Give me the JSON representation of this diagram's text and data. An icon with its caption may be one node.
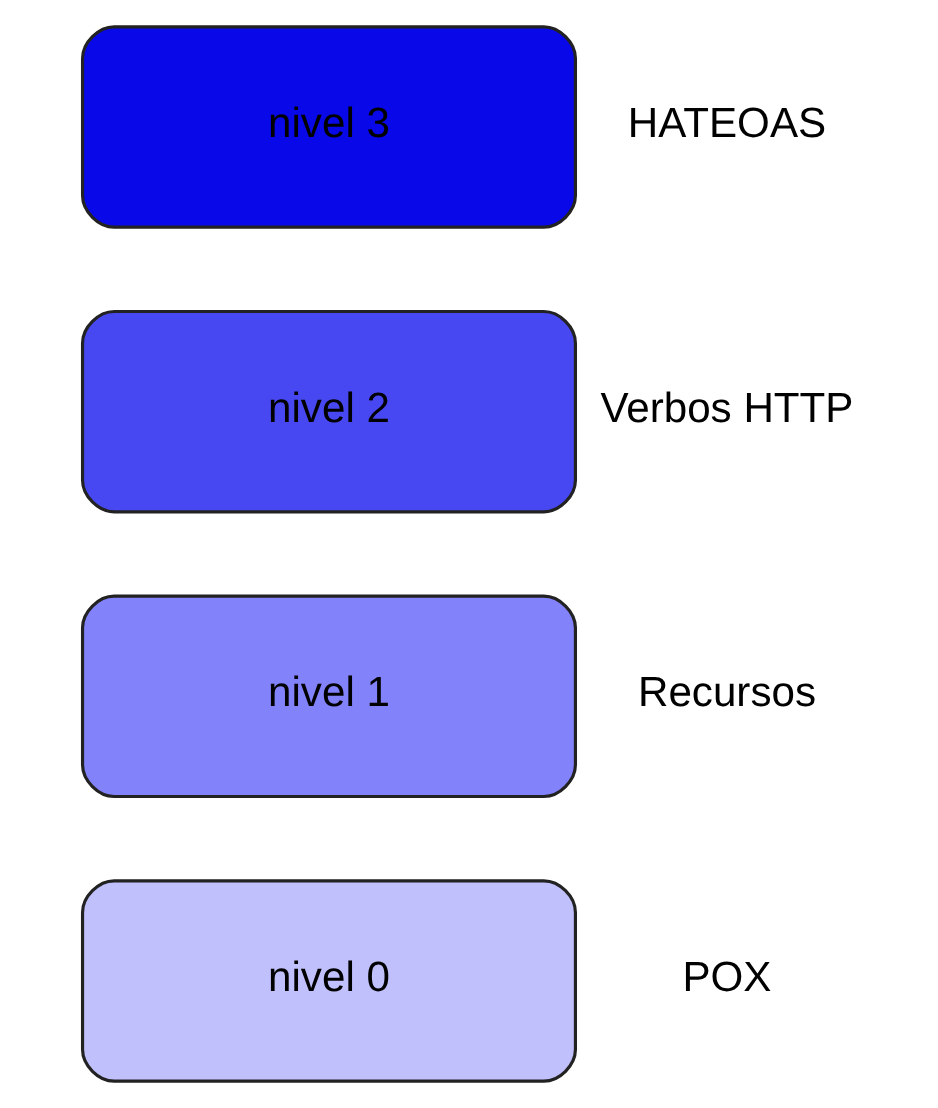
{
  "diagram": {
    "nodes": [
      {
        "text": [
          "nivel 3"
        ],
        "beside": [
          "HATEOAS"
        ]
      },
      {
        "text": [
          "nivel 2"
        ],
        "beside": [
          "Verbos HTTP"
        ]
      },
      {
        "text": [
          "nivel 1"
        ],
        "beside": [
          "Recursos"
        ]
      },
      {
        "text": [
          "nivel 0"
        ],
        "beside": [
          "POX"
        ]
      }
    ]
  }
}
